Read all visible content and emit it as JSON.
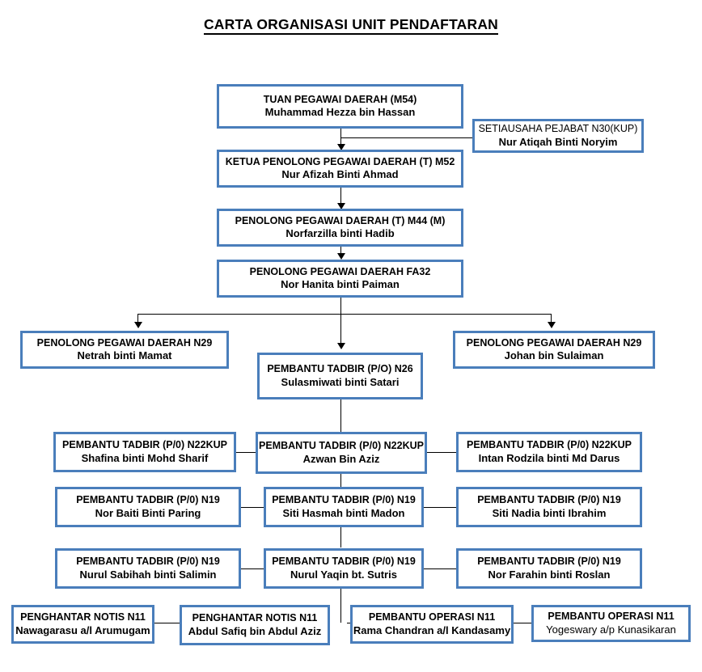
{
  "document": {
    "title": "CARTA ORGANISASI UNIT PENDAFTARAN",
    "accent_color": "#4a7ebb",
    "line_color": "#000000",
    "background_color": "#ffffff"
  },
  "nodes": {
    "pegawai_daerah": {
      "role": "TUAN PEGAWAI DAERAH (M54)",
      "person": "Muhammad Hezza bin Hassan"
    },
    "setiausaha": {
      "role": "SETIAUSAHA PEJABAT N30(KUP)",
      "person": "Nur Atiqah Binti Noryim"
    },
    "ketua_penolong": {
      "role": "KETUA PENOLONG PEGAWAI DAERAH (T) M52",
      "person": "Nur Afizah Binti Ahmad"
    },
    "penolong_m44": {
      "role": "PENOLONG PEGAWAI DAERAH (T) M44 (M)",
      "person": "Norfarzilla binti Hadib"
    },
    "penolong_fa32": {
      "role": "PENOLONG PEGAWAI DAERAH FA32",
      "person": "Nor Hanita binti Paiman"
    },
    "penolong_n29_left": {
      "role": "PENOLONG PEGAWAI DAERAH N29",
      "person": "Netrah binti Mamat"
    },
    "penolong_n29_right": {
      "role": "PENOLONG PEGAWAI DAERAH N29",
      "person": "Johan bin Sulaiman"
    },
    "pembantu_n26": {
      "role": "PEMBANTU TADBIR (P/O) N26",
      "person": "Sulasmiwati binti Satari"
    },
    "n22kup_left": {
      "role": "PEMBANTU TADBIR (P/0) N22KUP",
      "person": "Shafina binti Mohd Sharif"
    },
    "n22kup_center": {
      "role": "PEMBANTU TADBIR (P/0) N22KUP",
      "person": "Azwan Bin Aziz"
    },
    "n22kup_right": {
      "role": "PEMBANTU TADBIR (P/0) N22KUP",
      "person": "Intan Rodzila binti Md Darus"
    },
    "n19_r1_left": {
      "role": "PEMBANTU TADBIR (P/0) N19",
      "person": "Nor Baiti Binti Paring"
    },
    "n19_r1_center": {
      "role": "PEMBANTU TADBIR (P/0) N19",
      "person": "Siti Hasmah binti Madon"
    },
    "n19_r1_right": {
      "role": "PEMBANTU TADBIR (P/0) N19",
      "person": "Siti Nadia binti Ibrahim"
    },
    "n19_r2_left": {
      "role": "PEMBANTU TADBIR (P/0) N19",
      "person": "Nurul Sabihah binti Salimin"
    },
    "n19_r2_center": {
      "role": "PEMBANTU TADBIR (P/0) N19",
      "person": "Nurul Yaqin bt. Sutris"
    },
    "n19_r2_right": {
      "role": "PEMBANTU TADBIR (P/0) N19",
      "person": "Nor Farahin binti Roslan"
    },
    "notis_1": {
      "role": "PENGHANTAR NOTIS N11",
      "person": "Nawagarasu a/l Arumugam"
    },
    "notis_2": {
      "role": "PENGHANTAR NOTIS N11",
      "person": "Abdul Safiq bin Abdul Aziz"
    },
    "operasi_1": {
      "role": "PEMBANTU OPERASI N11",
      "person": "Rama  Chandran a/l Kandasamy"
    },
    "operasi_2": {
      "role": "PEMBANTU OPERASI N11",
      "person": "Yogeswary a/p Kunasikaran"
    }
  }
}
